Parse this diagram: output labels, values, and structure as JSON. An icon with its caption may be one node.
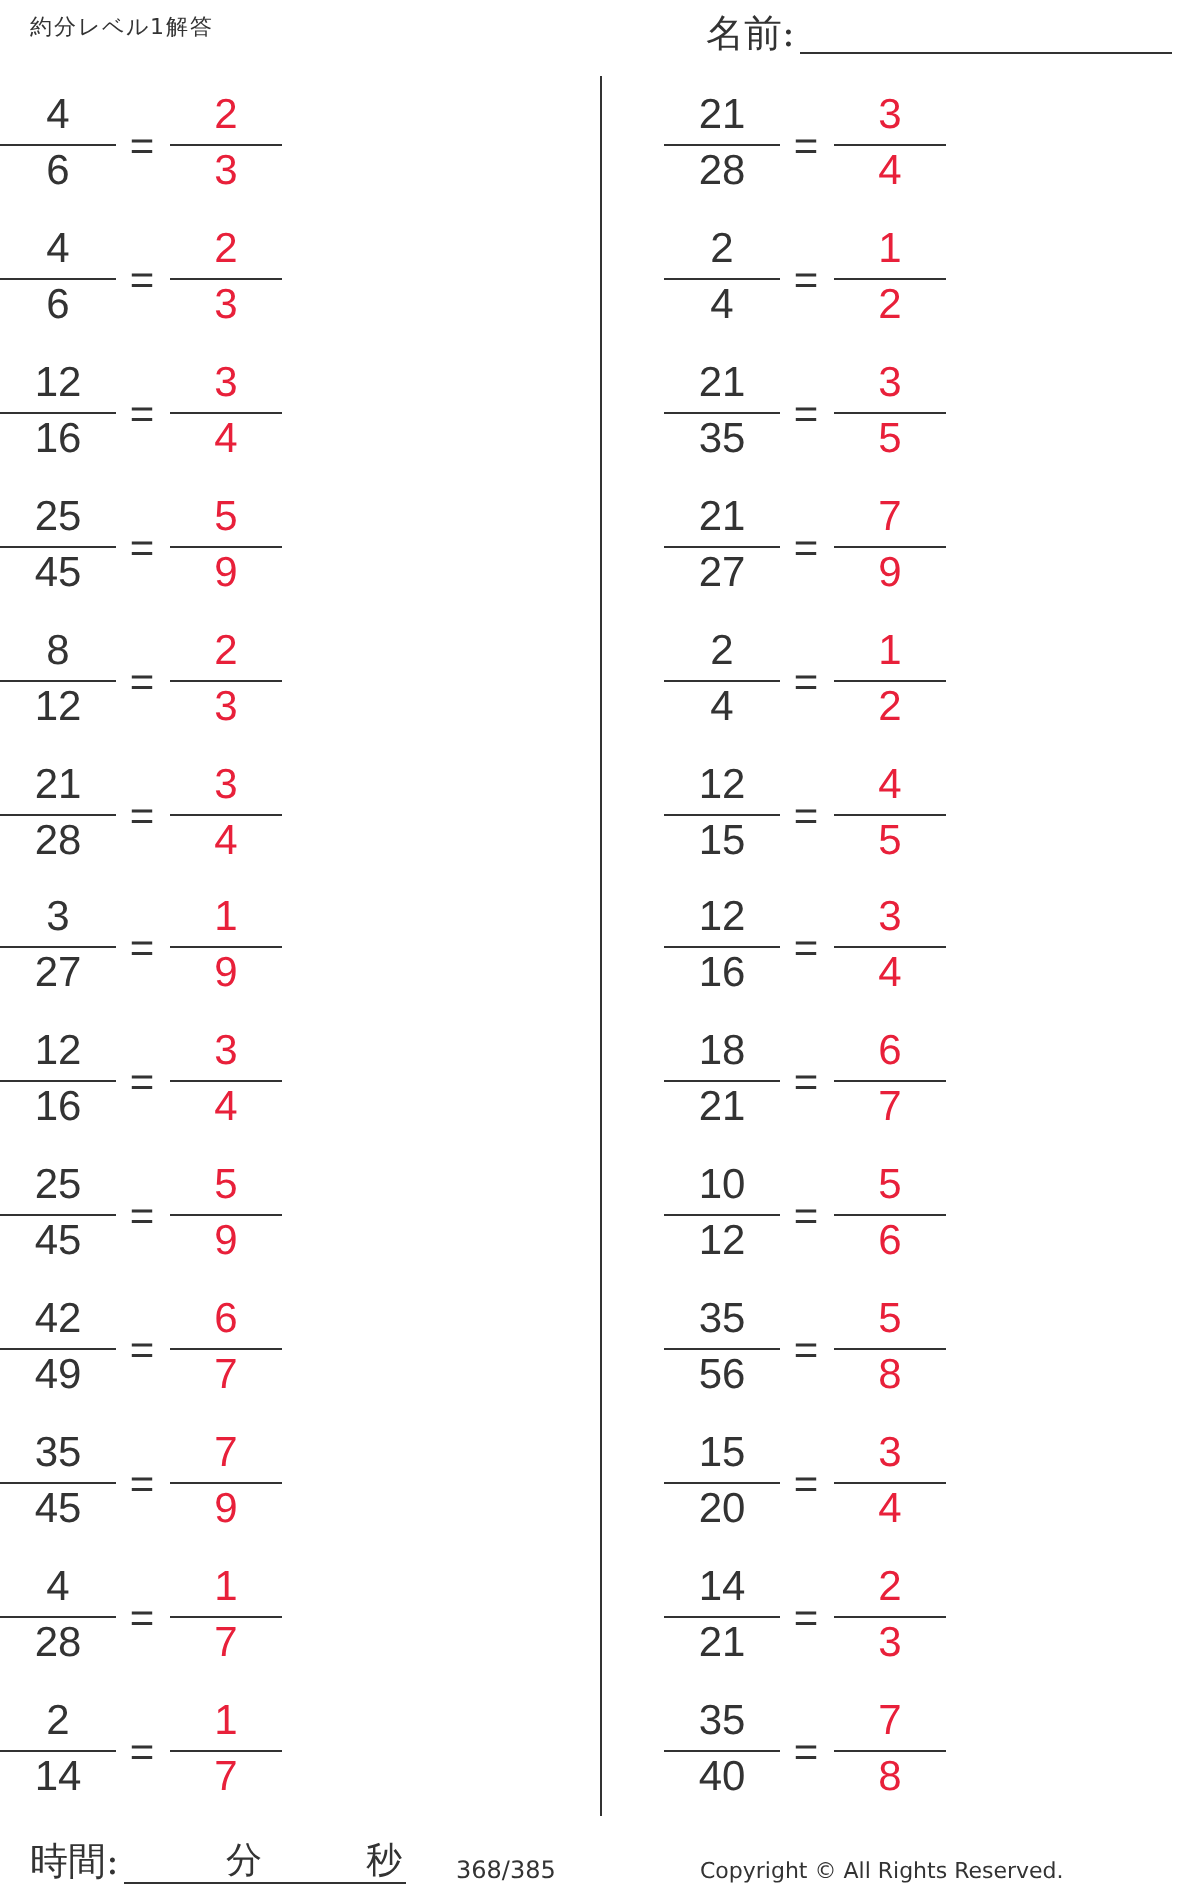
{
  "diagram": {
    "title": "約分レベル1解答",
    "labels": [
      "名前:",
      "4",
      "6",
      "=",
      "2",
      "3",
      "4",
      "6",
      "=",
      "2",
      "3",
      "12",
      "16",
      "=",
      "3",
      "4",
      "25",
      "45",
      "=",
      "5",
      "9",
      "8",
      "12",
      "=",
      "2",
      "3",
      "21",
      "28",
      "=",
      "3",
      "4",
      "3",
      "27",
      "=",
      "1",
      "9",
      "12",
      "16",
      "=",
      "3",
      "4",
      "25",
      "45",
      "=",
      "5",
      "9",
      "42",
      "49",
      "=",
      "6",
      "7",
      "35",
      "45",
      "=",
      "7",
      "9",
      "4",
      "28",
      "=",
      "1",
      "7",
      "2",
      "14",
      "=",
      "1",
      "7",
      "21",
      "28",
      "=",
      "3",
      "4",
      "2",
      "4",
      "=",
      "1",
      "2",
      "21",
      "35",
      "=",
      "3",
      "5",
      "21",
      "27",
      "=",
      "7",
      "9",
      "2",
      "4",
      "=",
      "1",
      "2",
      "12",
      "15",
      "=",
      "4",
      "5",
      "12",
      "16",
      "=",
      "3",
      "4",
      "18",
      "21",
      "=",
      "6",
      "7",
      "10",
      "12",
      "=",
      "5",
      "6",
      "35",
      "56",
      "=",
      "5",
      "8",
      "15",
      "20",
      "=",
      "3",
      "4",
      "14",
      "21",
      "=",
      "2",
      "3",
      "35",
      "40",
      "=",
      "7",
      "8",
      "時間:",
      "分",
      "秒",
      "368/385",
      "Copyright © All Rights Reserved."
    ]
  }
}
